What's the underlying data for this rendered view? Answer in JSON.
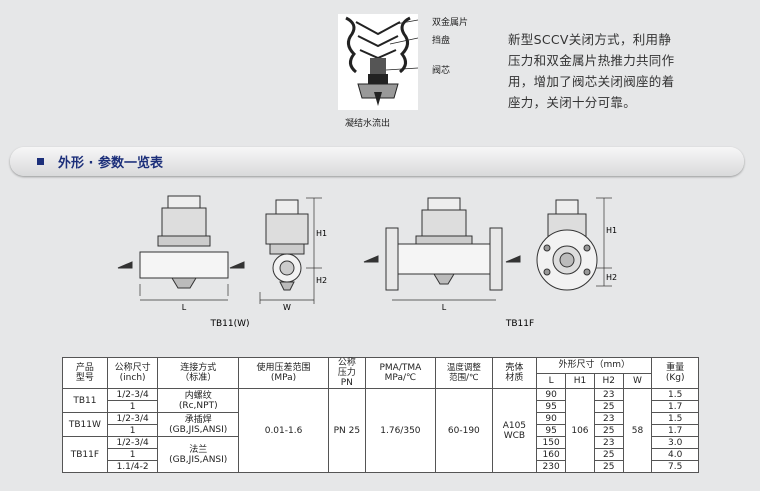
{
  "top_diagram": {
    "labels": [
      "双金属片",
      "挡盘",
      "阀芯"
    ],
    "caption": "凝结水流出"
  },
  "description": [
    "新型SCCV关闭方式，利用静",
    "压力和双金属片热推力共同作",
    "用，增加了阀芯关闭阀座的着",
    "座力，关闭十分可靠。"
  ],
  "section": {
    "title": "外形 · 参数一览表"
  },
  "drawings": {
    "tb11_label": "TB11(W)",
    "tb11f_label": "TB11F",
    "dim_l": "L",
    "dim_w": "W",
    "dim_h1": "H1",
    "dim_h2": "H2"
  },
  "table": {
    "headers": {
      "model": [
        "产品",
        "型号"
      ],
      "size": [
        "公称尺寸",
        "(inch)"
      ],
      "conn": [
        "连接方式",
        "（标准）"
      ],
      "pressure_range": [
        "使用压差范围",
        "(MPa)"
      ],
      "pn": [
        "公称",
        "压力",
        "PN"
      ],
      "pma": [
        "PMA/TMA",
        "MPa/℃"
      ],
      "temp": [
        "温度调整",
        "范围/℃"
      ],
      "body": [
        "壳体",
        "材质"
      ],
      "dims": "外形尺寸（mm）",
      "L": "L",
      "H1": "H1",
      "H2": "H2",
      "W": "W",
      "weight": [
        "重量",
        "(Kg)"
      ]
    },
    "models": [
      "TB11",
      "TB11W",
      "TB11F"
    ],
    "sizes": [
      "1/2-3/4",
      "1",
      "1/2-3/4",
      "1",
      "1/2-3/4",
      "1",
      "1.1/4-2"
    ],
    "connections": [
      [
        "内螺纹",
        "(Rc,NPT)"
      ],
      [
        "承插焊",
        "(GB,JIS,ANSI)"
      ],
      [
        "法兰",
        "(GB,JIS,ANSI)"
      ]
    ],
    "pressure_range": "0.01-1.6",
    "pn": "PN 25",
    "pma": "1.76/350",
    "temp": "60-190",
    "body": [
      "A105",
      "WCB"
    ],
    "L": [
      "90",
      "95",
      "90",
      "95",
      "150",
      "160",
      "230"
    ],
    "H1": "106",
    "H2": [
      "23",
      "25",
      "23",
      "25",
      "23",
      "25",
      "25"
    ],
    "W": "58",
    "weight": [
      "1.5",
      "1.7",
      "1.5",
      "1.7",
      "3.0",
      "4.0",
      "7.5"
    ]
  }
}
